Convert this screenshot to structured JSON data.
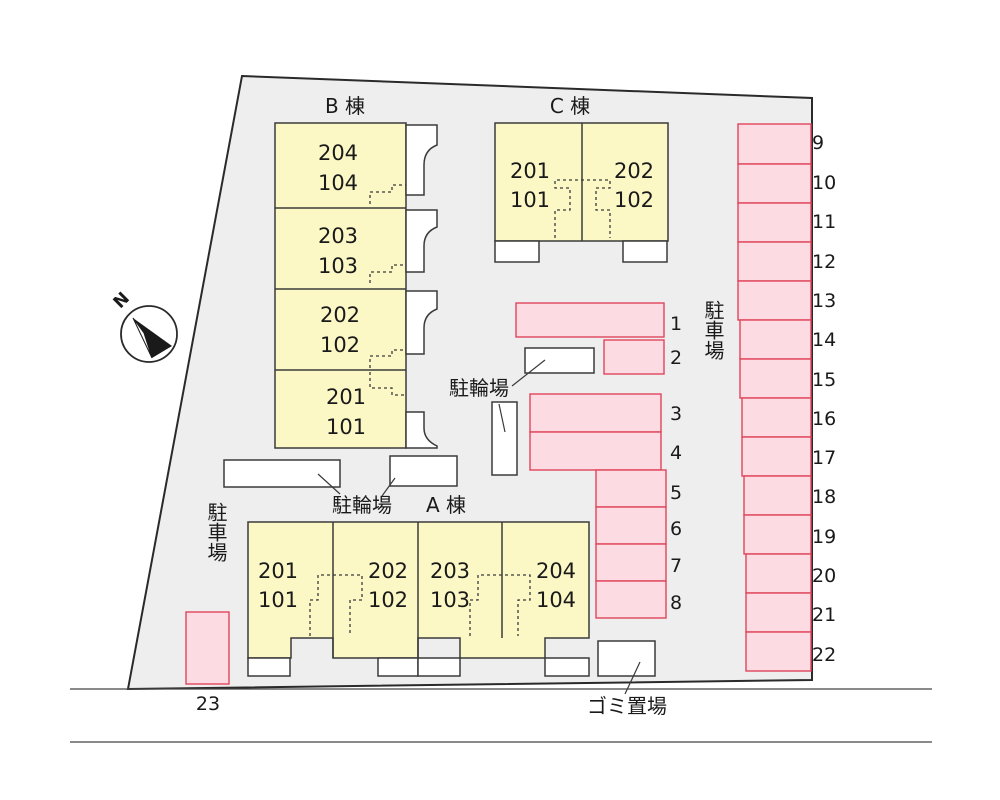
{
  "buildings": {
    "B": {
      "label": "B 棟",
      "units": [
        {
          "upper": "204",
          "lower": "104"
        },
        {
          "upper": "203",
          "lower": "103"
        },
        {
          "upper": "202",
          "lower": "102"
        },
        {
          "upper": "201",
          "lower": "101"
        }
      ]
    },
    "C": {
      "label": "C 棟",
      "units": [
        {
          "upper": "201",
          "lower": "101"
        },
        {
          "upper": "202",
          "lower": "102"
        }
      ]
    },
    "A": {
      "label": "A 棟",
      "units": [
        {
          "upper": "201",
          "lower": "101"
        },
        {
          "upper": "202",
          "lower": "102"
        },
        {
          "upper": "203",
          "lower": "103"
        },
        {
          "upper": "204",
          "lower": "104"
        }
      ]
    }
  },
  "labels": {
    "parking": "駐車場",
    "parking_left": "駐車場",
    "bicycle_center": "駐輪場",
    "bicycle_bottom": "駐輪場",
    "garbage": "ゴミ置場",
    "north": "N"
  },
  "parking_spaces": [
    "1",
    "2",
    "3",
    "4",
    "5",
    "6",
    "7",
    "8",
    "9",
    "10",
    "11",
    "12",
    "13",
    "14",
    "15",
    "16",
    "17",
    "18",
    "19",
    "20",
    "21",
    "22",
    "23"
  ],
  "colors": {
    "building_fill": "#fbf8c6",
    "parking_fill": "#fcdbe2",
    "parking_stroke": "#e0455c",
    "site_fill": "#eeeeee"
  }
}
